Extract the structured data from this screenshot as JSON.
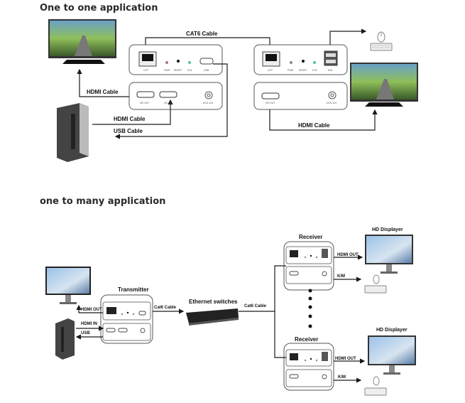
{
  "sections": {
    "one_to_one": {
      "title": "One to one application",
      "cat6_label": "CAT6 Cable",
      "hdmi_cable_tv": "HDMI Cable",
      "hdmi_cable_pc": "HDMI Cable",
      "usb_cable": "USB Cable",
      "hdmi_cable_rx": "HDMI Cable",
      "tx_ports_top": [
        "UTP",
        "PWR",
        "RESET",
        "STA",
        "USB"
      ],
      "tx_ports_bottom": [
        "HD OUT",
        "HD IN",
        "DC5-12V"
      ],
      "rx_ports_top": [
        "UTP",
        "PWR",
        "RESET",
        "STA",
        "K/M"
      ],
      "rx_ports_bottom": [
        "HD OUT",
        "DC5-12V"
      ]
    },
    "one_to_many": {
      "title": "one to many application",
      "transmitter_label": "Transmitter",
      "switch_label": "Ethernet switches",
      "cat6_left": "Cat6 Cable",
      "cat6_right": "Cat6 Cable",
      "hdmi_out": "HDMI OUT",
      "hdmi_in": "HDMI IN",
      "usb": "USB",
      "receivers": [
        {
          "label": "Receiver",
          "display_label": "HD Displayer",
          "hdmi_out": "HDMI OUT",
          "km": "K/M"
        },
        {
          "label": "Receiver",
          "display_label": "HD Displayer",
          "hdmi_out": "HDMI OUT",
          "km": "K/M"
        }
      ]
    }
  },
  "colors": {
    "line": "#1a1a1a",
    "box_border": "#555555",
    "pwr_led": "#b07080",
    "sta_led": "#4fc0b0"
  }
}
